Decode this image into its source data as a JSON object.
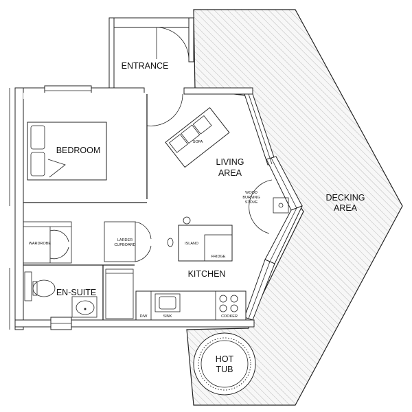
{
  "rooms": {
    "entrance": "ENTRANCE",
    "bedroom": "BEDROOM",
    "living_area_line1": "LIVING",
    "living_area_line2": "AREA",
    "kitchen": "KITCHEN",
    "en_suite": "EN-SUITE",
    "decking_line1": "DECKING",
    "decking_line2": "AREA",
    "hot_tub_line1": "HOT",
    "hot_tub_line2": "TUB"
  },
  "fixtures": {
    "sofa": "SOFA",
    "stove_line1": "WOOD",
    "stove_line2": "BURNING",
    "stove_line3": "STOVE",
    "wardrobe": "WARDROBE",
    "larder_line1": "LARDER",
    "larder_line2": "CUPBOARD",
    "island": "ISLAND",
    "fridge": "FRIDGE",
    "dishwasher": "D/W",
    "sink": "SINK",
    "cooker": "COOKER"
  },
  "colors": {
    "decking_hatch": "#b9b9b9",
    "walls": "#222222",
    "background": "#ffffff"
  }
}
